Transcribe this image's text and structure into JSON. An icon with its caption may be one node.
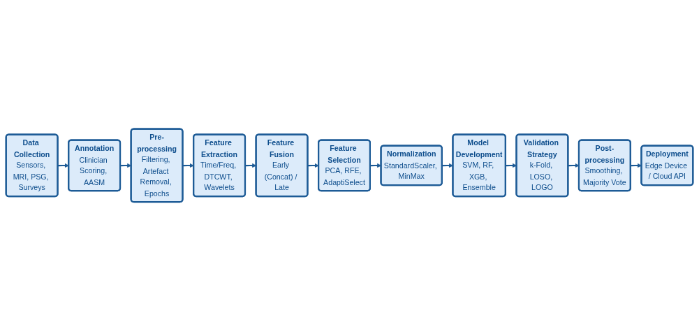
{
  "diagram": {
    "nodes": [
      {
        "text": [
          "Data Collection",
          "Sensors, MRI, PSG, Surveys"
        ]
      },
      {
        "text": [
          "Annotation",
          "Clinician Scoring, AASM"
        ]
      },
      {
        "text": [
          "Pre-processing",
          "Filtering, Artefact Removal, Epochs"
        ]
      },
      {
        "text": [
          "Feature Extraction",
          "Time/Freq, DTCWT, Wavelets"
        ]
      },
      {
        "text": [
          "Feature Fusion",
          "Early (Concat) / Late"
        ]
      },
      {
        "text": [
          "Feature Selection",
          "PCA, RFE, AdaptiSelect"
        ]
      },
      {
        "text": [
          "Normalization",
          "StandardScaler, MinMax"
        ]
      },
      {
        "text": [
          "Model Development",
          "SVM, RF, XGB, Ensemble"
        ]
      },
      {
        "text": [
          "Validation Strategy",
          "k-Fold, LOSO, LOGO"
        ]
      },
      {
        "text": [
          "Post-processing",
          "Smoothing, Majority Vote"
        ]
      },
      {
        "text": [
          "Deployment",
          "Edge Device / Cloud API"
        ]
      }
    ],
    "edges": [
      {
        "from": 0,
        "to": 1,
        "arrow": "to"
      },
      {
        "from": 1,
        "to": 2,
        "arrow": "to"
      },
      {
        "from": 2,
        "to": 3,
        "arrow": "to"
      },
      {
        "from": 3,
        "to": 4,
        "arrow": "to"
      },
      {
        "from": 4,
        "to": 5,
        "arrow": "to"
      },
      {
        "from": 5,
        "to": 6,
        "arrow": "to"
      },
      {
        "from": 6,
        "to": 7,
        "arrow": "to"
      },
      {
        "from": 7,
        "to": 8,
        "arrow": "to"
      },
      {
        "from": 8,
        "to": 9,
        "arrow": "to"
      },
      {
        "from": 9,
        "to": 10,
        "arrow": "to"
      }
    ]
  }
}
